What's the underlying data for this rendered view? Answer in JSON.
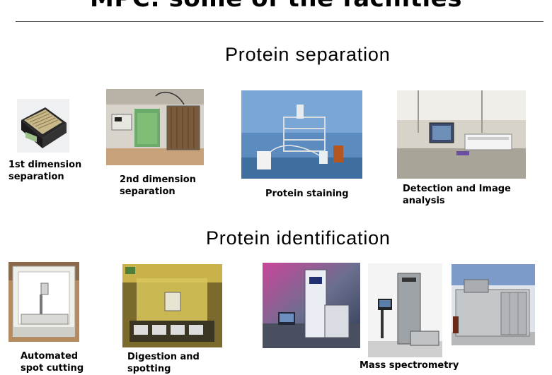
{
  "slide": {
    "title": "MPC: some of the facilities",
    "section_separation": "Protein separation",
    "section_identification": "Protein identification"
  },
  "captions": {
    "first_dimension": "1st dimension\nseparation",
    "second_dimension": "2nd dimension\nseparation",
    "staining": "Protein staining",
    "detection": "Detection and Image\nanalysis",
    "spot_cutting": "Automated\nspot cutting",
    "digestion": "Digestion and\nspotting",
    "mass_spec": "Mass spectrometry"
  }
}
